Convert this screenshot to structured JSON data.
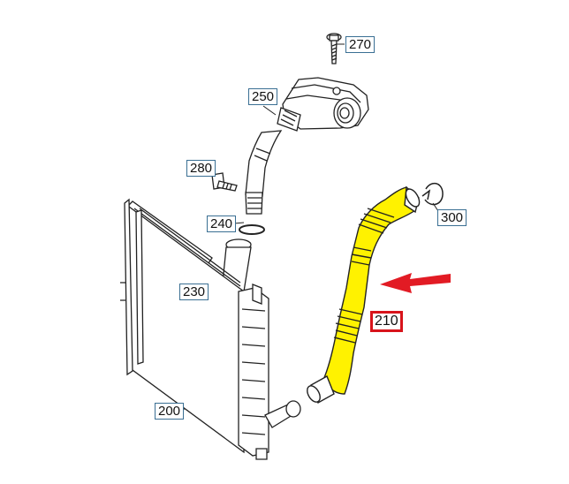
{
  "callouts": {
    "p270": "270",
    "p250": "250",
    "p280": "280",
    "p240": "240",
    "p300": "300",
    "p230": "230",
    "p210": "210",
    "p200": "200"
  },
  "highlight": {
    "part": "210",
    "color": "#fff200",
    "arrow_color": "#e21b24",
    "box_color": "#d8141b"
  },
  "icons": {
    "pointer": "arrow-left-icon"
  }
}
